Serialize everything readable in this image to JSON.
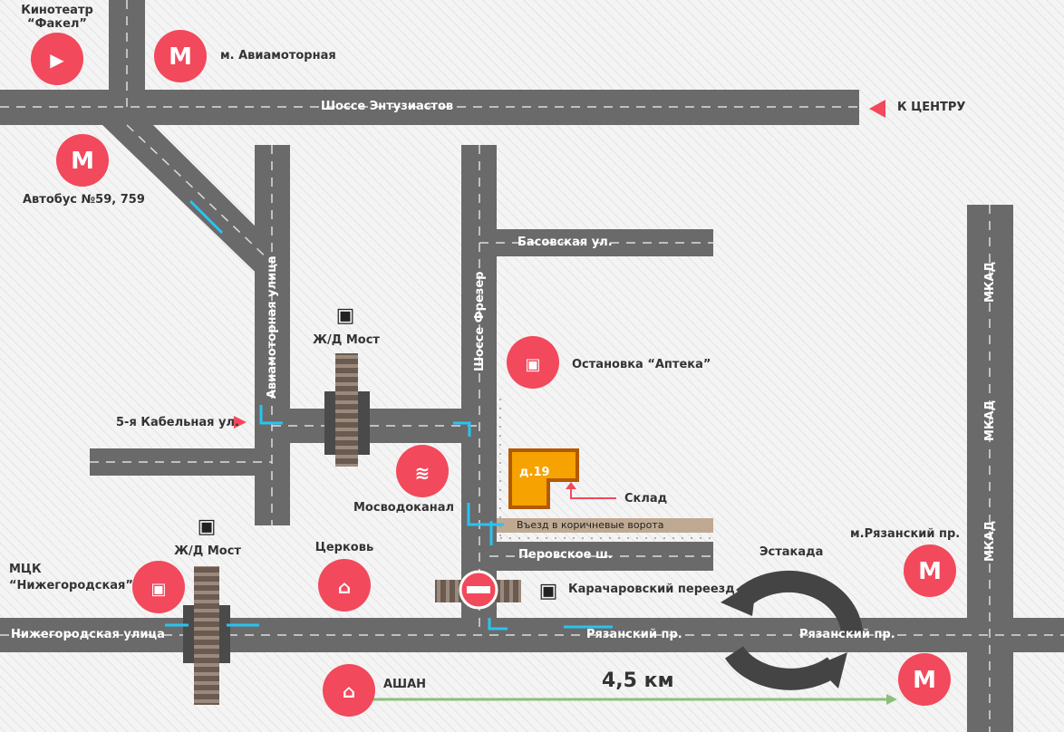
{
  "colors": {
    "road": "#6a6a6a",
    "accent": "#f2495c",
    "arrow": "#29c4f0",
    "building": "#f6a200",
    "gate": "#bfa992",
    "distance": "#8dbf7a"
  },
  "labels": {
    "cinema": "Кинотеатр\n“Факел”",
    "metro_aviamotornaya": "м. Авиамоторная",
    "to_center": "К ЦЕНТРУ",
    "bus": "Автобус №59, 759",
    "rail_bridge_1": "Ж/Д Мост",
    "rail_bridge_2": "Ж/Д Мост",
    "kabelnaya": "5-я Кабельная ул.",
    "stop": "Остановка “Аптека”",
    "mosvodokanal": "Мосводоканал",
    "warehouse": "Склад",
    "building": "д.19",
    "gate": "Въезд в коричневые ворота",
    "mck": "МЦК\n“Нижегородская”",
    "church": "Церковь",
    "crossing": "Карачаровский переезд",
    "estakada": "Эстакада",
    "metro_ryazansky": "м.Рязанский пр.",
    "ashan": "АШАН",
    "distance": "4,5 км"
  },
  "roads": {
    "entuziastov": "Шоссе Энтузиастов",
    "basovskaya": "Басовская ул.",
    "aviamotornaya": "Авиамоторная улица",
    "frezer": "Шоссе Фрезер",
    "perovskoe": "Перовское ш.",
    "nizhegorodskaya": "Нижегородская улица",
    "ryazansky_1": "Рязанский пр.",
    "ryazansky_2": "Рязанский пр.",
    "mkad_1": "МКАД",
    "mkad_2": "МКАД",
    "mkad_3": "МКАД"
  }
}
